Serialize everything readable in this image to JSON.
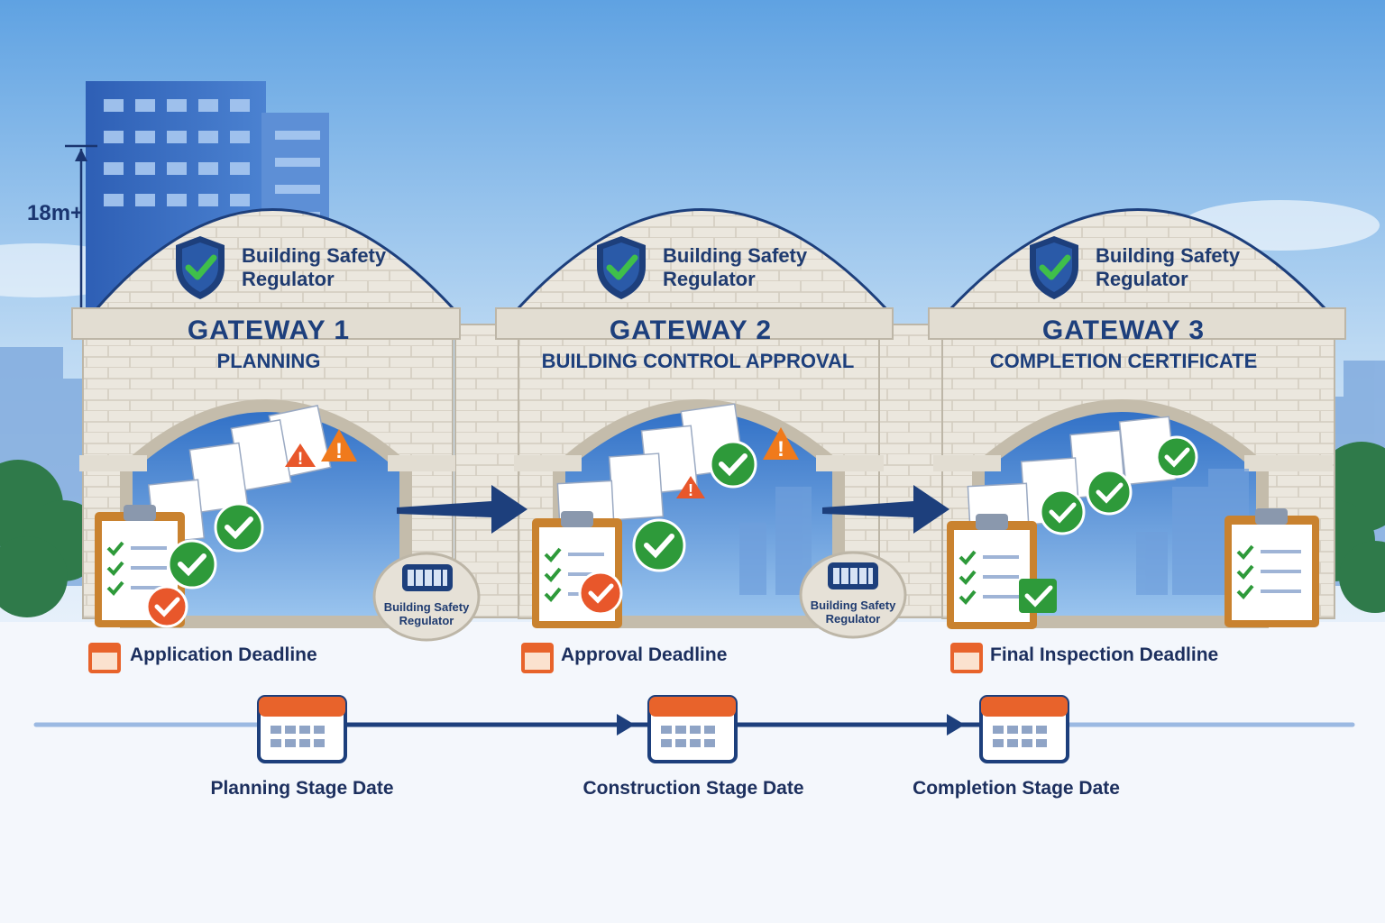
{
  "height_marker": "18m+",
  "regulator_name_line1": "Building Safety",
  "regulator_name_line2": "Regulator",
  "gateways": [
    {
      "title": "GATEWAY 1",
      "subtitle": "PLANNING",
      "deadline": "Application Deadline",
      "stage_date": "Planning Stage Date"
    },
    {
      "title": "GATEWAY 2",
      "subtitle": "BUILDING CONTROL APPROVAL",
      "deadline": "Approval Deadline",
      "stage_date": "Construction Stage Date"
    },
    {
      "title": "GATEWAY 3",
      "subtitle": "COMPLETION CERTIFICATE",
      "deadline": "Final Inspection Deadline",
      "stage_date": "Completion Stage Date"
    }
  ],
  "seal_label_line1": "Building Safety",
  "seal_label_line2": "Regulator",
  "colors": {
    "navy": "#1d3f7c",
    "stone": "#e9e5dc",
    "sky": "#7fb4e6",
    "check_green": "#2e9a3a",
    "warning_orange": "#f07a1c",
    "calendar_orange": "#e8632b"
  },
  "icons": [
    "shield-check-icon",
    "clipboard-icon",
    "document-icon",
    "check-circle-icon",
    "warning-icon",
    "calendar-icon",
    "arrow-right-icon",
    "building-icon",
    "seal-icon"
  ]
}
